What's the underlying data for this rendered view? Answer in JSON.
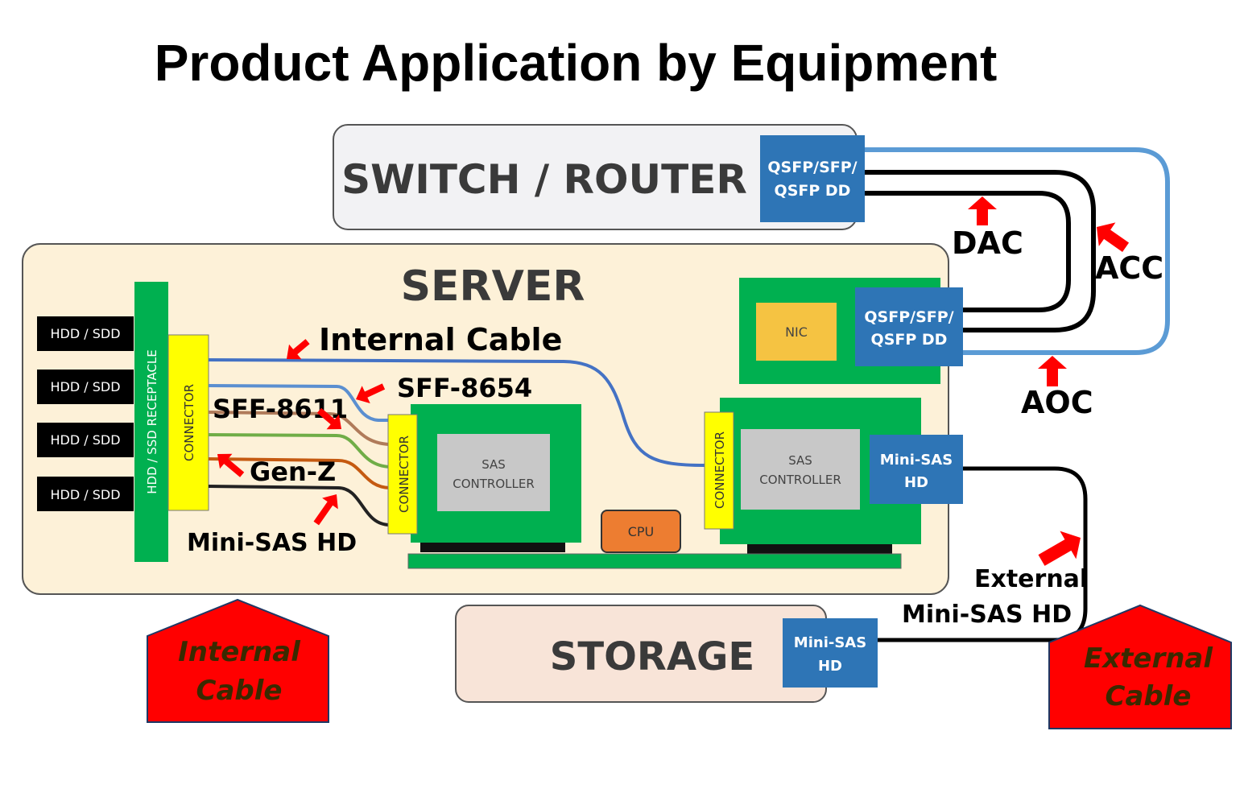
{
  "title": "Product Application by Equipment",
  "switch_router": {
    "label": "SWITCH / ROUTER",
    "port_line1": "QSFP/SFP/",
    "port_line2": "QSFP DD"
  },
  "server": {
    "label": "SERVER",
    "drives": [
      "HDD / SDD",
      "HDD / SDD",
      "HDD / SDD",
      "HDD / SDD"
    ],
    "receptacle": "HDD / SSD RECEPTACLE",
    "connector": "CONNECTOR",
    "sas_line1": "SAS",
    "sas_line2": "CONTROLLER",
    "cpu": "CPU",
    "nic": "NIC",
    "nic_port_line1": "QSFP/SFP/",
    "nic_port_line2": "QSFP DD",
    "minisas_port_line1": "Mini-SAS",
    "minisas_port_line2": "HD"
  },
  "storage": {
    "label": "STORAGE",
    "port_line1": "Mini-SAS",
    "port_line2": "HD"
  },
  "cable_labels": {
    "internal_cable": "Internal Cable",
    "sff_8654": "SFF-8654",
    "sff_8611": "SFF-8611",
    "gen_z": "Gen-Z",
    "mini_sas_hd": "Mini-SAS HD",
    "dac": "DAC",
    "acc": "ACC",
    "aoc": "AOC",
    "external_line1": "External",
    "external_line2": "Mini-SAS HD"
  },
  "badges": {
    "internal_line1": "Internal",
    "internal_line2": "Cable",
    "external_line1": "External",
    "external_line2": "Cable"
  },
  "colors": {
    "green": "#00b050",
    "yellow": "#ffff00",
    "blue_port": "#2e75b6",
    "red": "#ff0000",
    "server_bg": "#fdf1d8",
    "switch_bg": "#f2f2f4",
    "storage_bg": "#f8e4d8",
    "orange_cpu": "#ed7d31",
    "nic_gold": "#f5c342",
    "gray_sas": "#c8c8c8",
    "aoc_blue": "#5b9bd5"
  }
}
